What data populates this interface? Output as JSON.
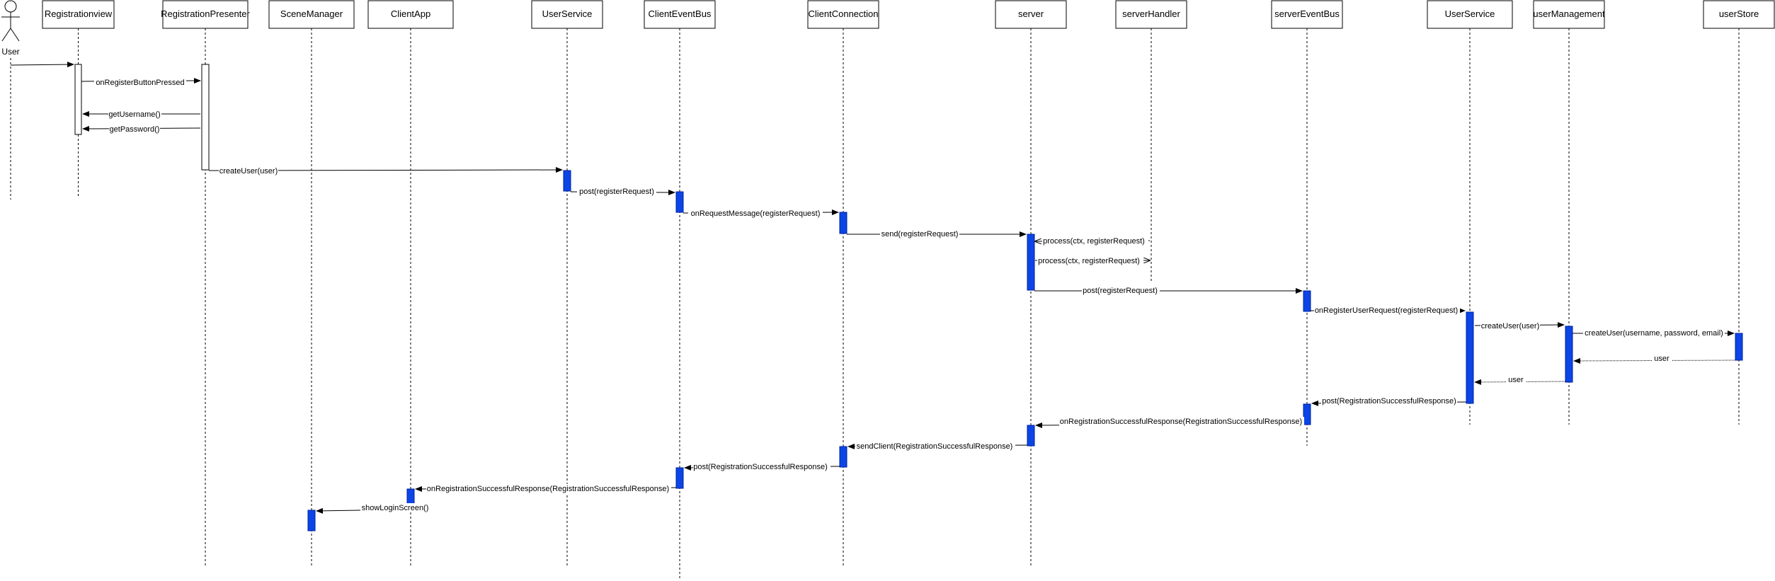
{
  "diagram": {
    "actor": {
      "label": "User"
    },
    "participants": [
      "Registrationview",
      "RegistrationPresenter",
      "SceneManager",
      "ClientApp",
      "UserService",
      "ClientEventBus",
      "ClientConnection",
      "server",
      "serverHandler",
      "serverEventBus",
      "UserService",
      "userManagement",
      "userStore"
    ],
    "messages": [
      {
        "from": "User",
        "to": "Registrationview",
        "label": "",
        "type": "sync"
      },
      {
        "from": "Registrationview",
        "to": "RegistrationPresenter",
        "label": "onRegisterButtonPressed",
        "type": "sync"
      },
      {
        "from": "RegistrationPresenter",
        "to": "Registrationview",
        "label": "getUsername()",
        "type": "sync"
      },
      {
        "from": "RegistrationPresenter",
        "to": "Registrationview",
        "label": "getPassword()",
        "type": "sync"
      },
      {
        "from": "RegistrationPresenter",
        "to": "UserService",
        "label": "createUser(user)",
        "type": "sync"
      },
      {
        "from": "UserService",
        "to": "ClientEventBus",
        "label": "post(registerRequest)",
        "type": "sync"
      },
      {
        "from": "ClientEventBus",
        "to": "ClientConnection",
        "label": "onRequestMessage(registerRequest)",
        "type": "sync"
      },
      {
        "from": "ClientConnection",
        "to": "server",
        "label": "send(registerRequest)",
        "type": "sync"
      },
      {
        "from": "serverHandler",
        "to": "server",
        "label": "process(ctx, registerRequest)",
        "type": "sync"
      },
      {
        "from": "server",
        "to": "serverHandler",
        "label": "process(ctx, registerRequest)",
        "type": "sync"
      },
      {
        "from": "server",
        "to": "serverEventBus",
        "label": "post(registerRequest)",
        "type": "sync"
      },
      {
        "from": "serverEventBus",
        "to": "UserService",
        "label": "onRegisterUserRequest(registerRequest)",
        "type": "sync"
      },
      {
        "from": "UserService",
        "to": "userManagement",
        "label": "createUser(user)",
        "type": "sync"
      },
      {
        "from": "userManagement",
        "to": "userStore",
        "label": "createUser(username, password, email)",
        "type": "sync"
      },
      {
        "from": "userStore",
        "to": "userManagement",
        "label": "user",
        "type": "return"
      },
      {
        "from": "userManagement",
        "to": "UserService",
        "label": "user",
        "type": "return"
      },
      {
        "from": "UserService",
        "to": "serverEventBus",
        "label": "post(RegistrationSuccessfulResponse)",
        "type": "sync"
      },
      {
        "from": "serverEventBus",
        "to": "server",
        "label": "onRegistrationSuccessfulResponse(RegistrationSuccessfulResponse)",
        "type": "sync"
      },
      {
        "from": "server",
        "to": "ClientConnection",
        "label": "sendClient(RegistrationSuccessfulResponse)",
        "type": "sync"
      },
      {
        "from": "ClientConnection",
        "to": "ClientEventBus",
        "label": "post(RegistrationSuccessfulResponse)",
        "type": "sync"
      },
      {
        "from": "ClientEventBus",
        "to": "ClientApp",
        "label": "onRegistrationSuccessfulResponse(RegistrationSuccessfulResponse)",
        "type": "sync"
      },
      {
        "from": "ClientApp",
        "to": "SceneManager",
        "label": "showLoginScreen()",
        "type": "sync"
      }
    ],
    "colors": {
      "activation": "#0b45e6",
      "activation_stroke": "#001fa0",
      "line": "#000000"
    }
  }
}
